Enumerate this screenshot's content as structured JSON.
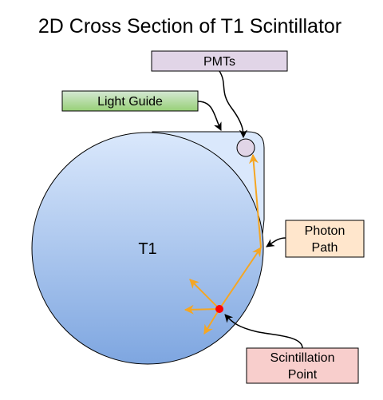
{
  "title": "2D Cross Section of T1 Scintillator",
  "labels": {
    "pmts": "PMTs",
    "light_guide": "Light Guide",
    "photon_path_line1": "Photon",
    "photon_path_line2": "Path",
    "scintillation_line1": "Scintillation",
    "scintillation_line2": "Point",
    "t1": "T1"
  },
  "colors": {
    "light_guide_fill": "#dae8fc",
    "scintillator_top": "#dae8fc",
    "scintillator_bottom": "#7ea6e0",
    "pmt_fill": "#e1d5e7",
    "pmt_box_fill": "#e1d5e7",
    "light_guide_box_top": "#d5e8d4",
    "light_guide_box_bottom": "#97d077",
    "photon_box_fill": "#ffe6cc",
    "scint_box_fill": "#f8cecc",
    "photon_color": "#f5a623",
    "scint_point": "#ff0000"
  }
}
